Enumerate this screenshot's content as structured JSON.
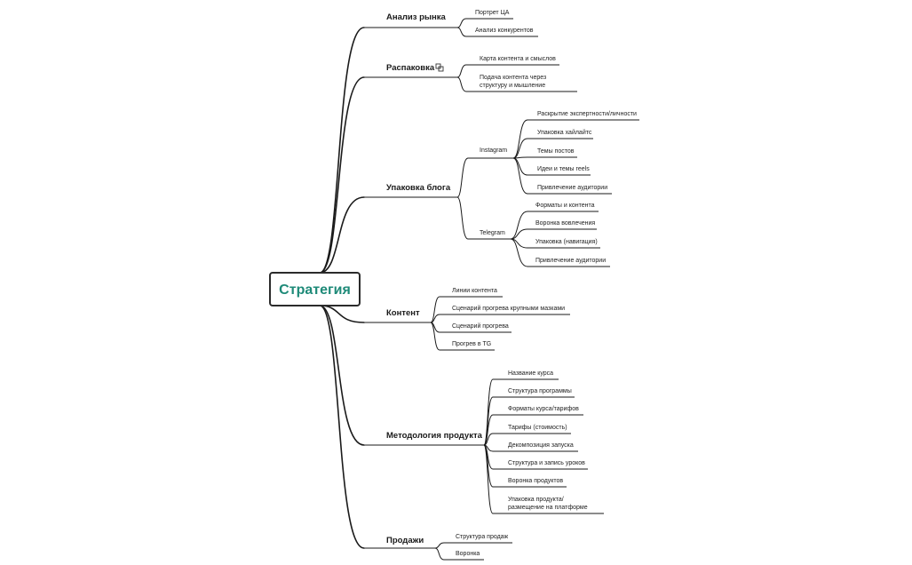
{
  "root": {
    "label": "Стратегия"
  },
  "branches": [
    {
      "label": "Анализ рынка",
      "children": [
        {
          "label": "Портрет ЦА"
        },
        {
          "label": "Анализ конкурентов"
        }
      ]
    },
    {
      "label": "Распаковка",
      "icon": "link-icon",
      "children": [
        {
          "label": "Карта контента и смыслов"
        },
        {
          "label": "Подача контента через\nструктуру и мышление"
        }
      ]
    },
    {
      "label": "Упаковка блога",
      "children": [
        {
          "label": "Instagram",
          "children": [
            {
              "label": "Раскрытие экспертности/личности"
            },
            {
              "label": "Упаковка хайлайтс"
            },
            {
              "label": "Темы постов"
            },
            {
              "label": "Идеи и темы reels"
            },
            {
              "label": "Привлечение аудитории"
            }
          ]
        },
        {
          "label": "Telegram",
          "children": [
            {
              "label": "Форматы и контента"
            },
            {
              "label": "Воронка вовлечения"
            },
            {
              "label": "Упаковка (навигация)"
            },
            {
              "label": "Привлечение аудитории"
            }
          ]
        }
      ]
    },
    {
      "label": "Контент",
      "children": [
        {
          "label": "Линии контента"
        },
        {
          "label": "Сценарий прогрева крупными мазками"
        },
        {
          "label": "Сценарий прогрева"
        },
        {
          "label": "Прогрев в TG"
        }
      ]
    },
    {
      "label": "Методология продукта",
      "children": [
        {
          "label": "Название курса"
        },
        {
          "label": "Структура программы"
        },
        {
          "label": "Форматы курса/тарифов"
        },
        {
          "label": "Тарифы (стоимость)"
        },
        {
          "label": "Декомпозиция запуска"
        },
        {
          "label": "Структура и запись уроков"
        },
        {
          "label": "Воронка продуктов"
        },
        {
          "label": "Упаковка продукта/\nразмещение на платформе"
        }
      ]
    },
    {
      "label": "Продажи",
      "children": [
        {
          "label": "Структура продаж"
        },
        {
          "label": "Воронка"
        }
      ]
    }
  ]
}
